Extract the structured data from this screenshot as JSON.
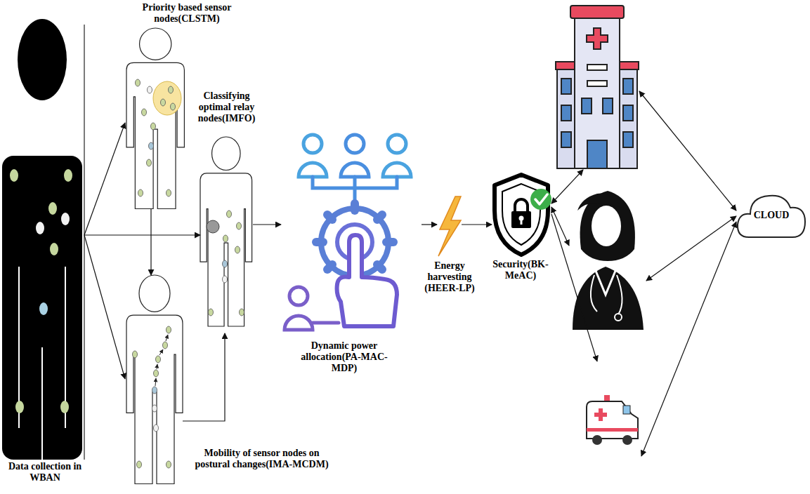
{
  "diagram": {
    "nodes": [
      {
        "text": [
          "Data collection in WBAN"
        ]
      },
      {
        "text": [
          "Priority based sensor nodes(CLSTM)"
        ]
      },
      {
        "text": [
          "Mobility of sensor nodes on postural changes(IMA-MCDM)"
        ]
      },
      {
        "text": [
          "Classifying optimal relay nodes(IMFO)"
        ]
      },
      {
        "text": [
          "Dynamic power allocation(PA-MAC-MDP)"
        ]
      },
      {
        "text": [
          "Energy harvesting (HEER-LP)"
        ]
      },
      {
        "text": [
          "Security(BK-MeAC)"
        ]
      },
      {
        "text": []
      },
      {
        "text": []
      },
      {
        "text": []
      },
      {
        "text": [
          "CLOUD"
        ]
      }
    ],
    "edges": [
      {
        "from": 0,
        "to": 1,
        "arrow": "to"
      },
      {
        "from": 0,
        "to": 3,
        "arrow": "to"
      },
      {
        "from": 0,
        "to": 2,
        "arrow": "to"
      },
      {
        "from": 1,
        "to": 2,
        "arrow": "to"
      },
      {
        "from": 2,
        "to": 3,
        "arrow": "to"
      },
      {
        "from": 3,
        "to": 4,
        "arrow": "to"
      },
      {
        "from": 4,
        "to": 5,
        "arrow": "to"
      },
      {
        "from": 5,
        "to": 6,
        "arrow": "to"
      },
      {
        "from": 6,
        "to": 7,
        "arrow": "both"
      },
      {
        "from": 6,
        "to": 8,
        "arrow": "both"
      },
      {
        "from": 6,
        "to": 9,
        "arrow": "to"
      },
      {
        "from": 7,
        "to": 10,
        "arrow": "both"
      },
      {
        "from": 8,
        "to": 10,
        "arrow": "both"
      },
      {
        "from": 9,
        "to": 10,
        "arrow": "both"
      }
    ]
  }
}
